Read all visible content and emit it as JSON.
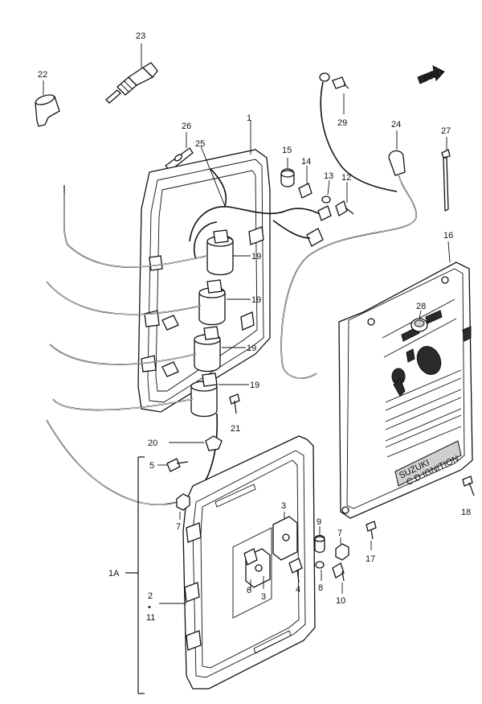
{
  "fwd_label": "FWD",
  "cover_badge": [
    "SUZUKI",
    "C.D.IGNITION"
  ],
  "callouts": {
    "c1": "1",
    "c1a": "1A",
    "c2": "2",
    "c3a": "3",
    "c3b": "3",
    "c4": "4",
    "c5": "5",
    "c6": "6",
    "c7a": "7",
    "c7b": "7",
    "c8": "8",
    "c9": "9",
    "c10": "10",
    "c11": "11",
    "c12": "12",
    "c13": "13",
    "c14": "14",
    "c15": "15",
    "c16": "16",
    "c17": "17",
    "c18": "18",
    "c19a": "19",
    "c19b": "19",
    "c19c": "19",
    "c19d": "19",
    "c20": "20",
    "c21": "21",
    "c22": "22",
    "c23": "23",
    "c24": "24",
    "c25": "25",
    "c26": "26",
    "c27": "27",
    "c28": "28",
    "c29": "29"
  }
}
